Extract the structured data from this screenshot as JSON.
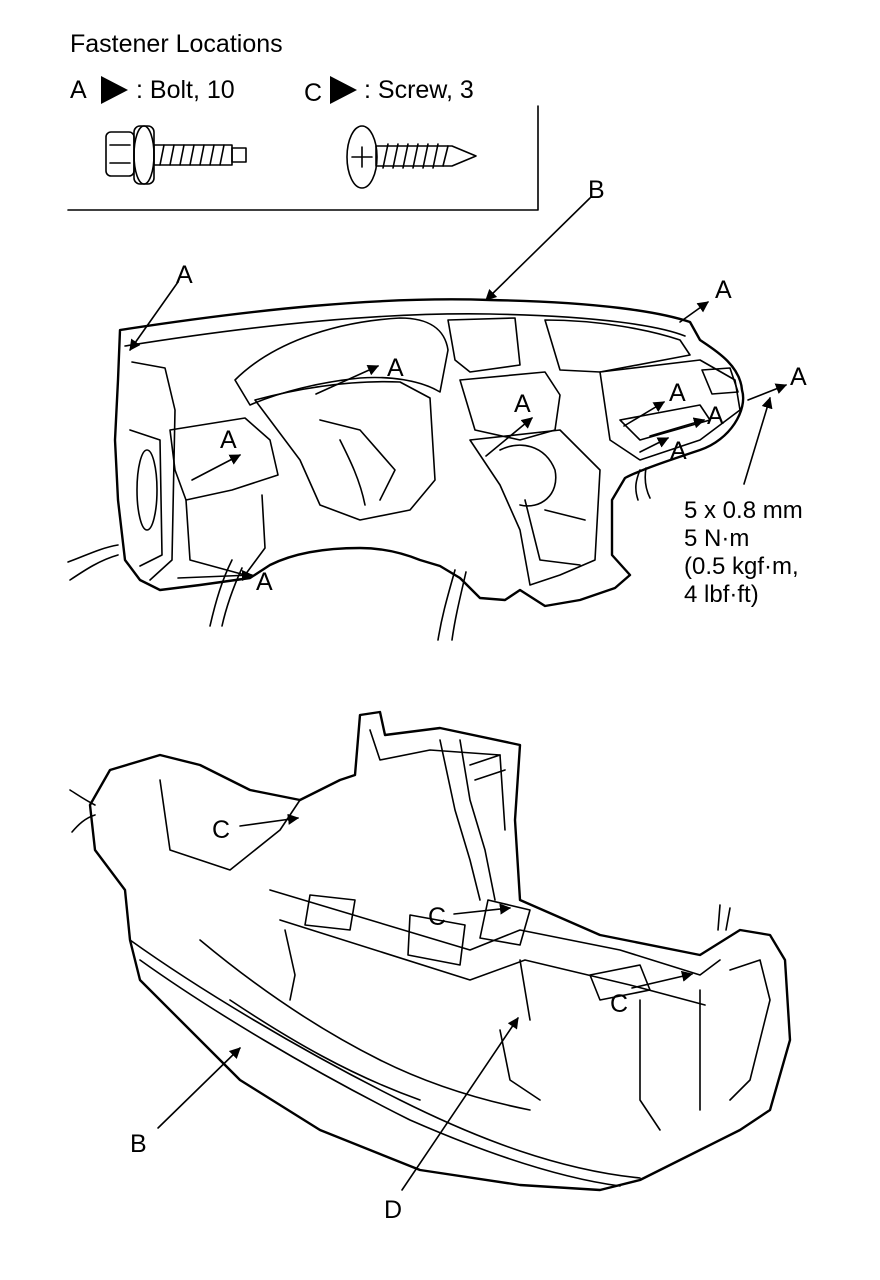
{
  "legend": {
    "title": "Fastener Locations",
    "bolt": {
      "letter": "A",
      "text": ": Bolt, 10"
    },
    "screw": {
      "letter": "C",
      "text": ": Screw, 3"
    }
  },
  "callouts": {
    "a": "A",
    "b": "B",
    "c": "C",
    "d": "D"
  },
  "torque_spec": {
    "line1": "5 x 0.8 mm",
    "line2": "5 N·m",
    "line3": "(0.5 kgf·m,",
    "line4": "4 lbf·ft)"
  }
}
